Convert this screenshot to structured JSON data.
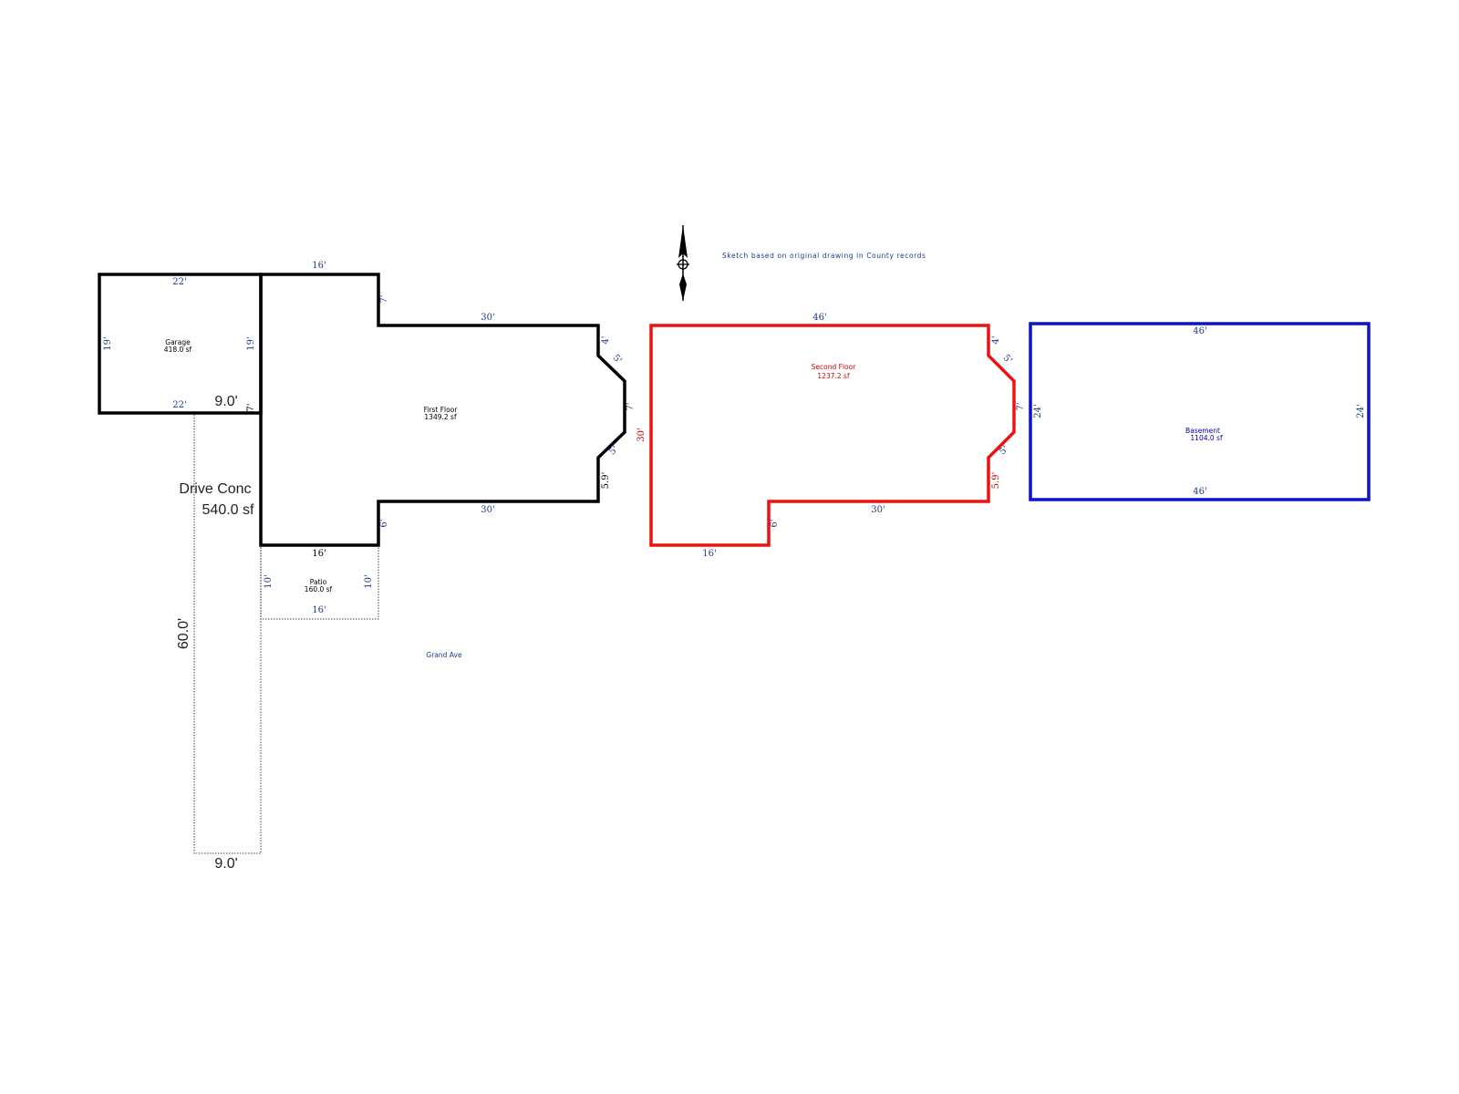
{
  "note": "Sketch  based  on  original  drawing  in  County  records",
  "street": "Grand Ave",
  "colors": {
    "first_floor": "#000000",
    "second_floor": "#ee1111",
    "basement": "#0a14c8",
    "dimension_text": "#1f3a8a"
  },
  "icons": {
    "north_arrow": "north-arrow-icon"
  },
  "garage": {
    "name": "Garage",
    "area": "418.0 sf",
    "dims": {
      "top": "22'",
      "bottom": "22'",
      "left": "19'",
      "right": "19'"
    }
  },
  "first_floor": {
    "name": "First Floor",
    "area": "1349.2 sf",
    "dims": {
      "top": "16'",
      "step_down": "7'",
      "upper_run": "30'",
      "bay_top": "4'",
      "bay_diag_top": "5'",
      "bay_face": "7'",
      "bay_diag_bottom": "5'",
      "bay_bottom": "5.9'",
      "lower_run": "30'",
      "step_up": "6'",
      "bottom": "16'",
      "left_short": "7'"
    }
  },
  "drive": {
    "name": "Drive Conc",
    "area": "540.0 sf",
    "width_top": "9.0'",
    "width_bottom": "9.0'",
    "length": "60.0'"
  },
  "patio": {
    "name": "Patio",
    "area": "160.0 sf",
    "dims": {
      "left": "10'",
      "right": "10'",
      "bottom": "16'",
      "top": "16'"
    }
  },
  "second_floor": {
    "name": "Second Floor",
    "area": "1237.2 sf",
    "dims": {
      "top": "46'",
      "bay_top": "4'",
      "bay_diag_top": "5'",
      "bay_face": "7'",
      "bay_diag_bottom": "5'",
      "bay_bottom": "5.9'",
      "lower_run": "30'",
      "step_up": "6'",
      "bottom": "16'",
      "left": "30'"
    }
  },
  "basement": {
    "name": "Basement",
    "area": "1104.0 sf",
    "dims": {
      "top": "46'",
      "bottom": "46'",
      "left": "24'",
      "right": "24'"
    }
  }
}
